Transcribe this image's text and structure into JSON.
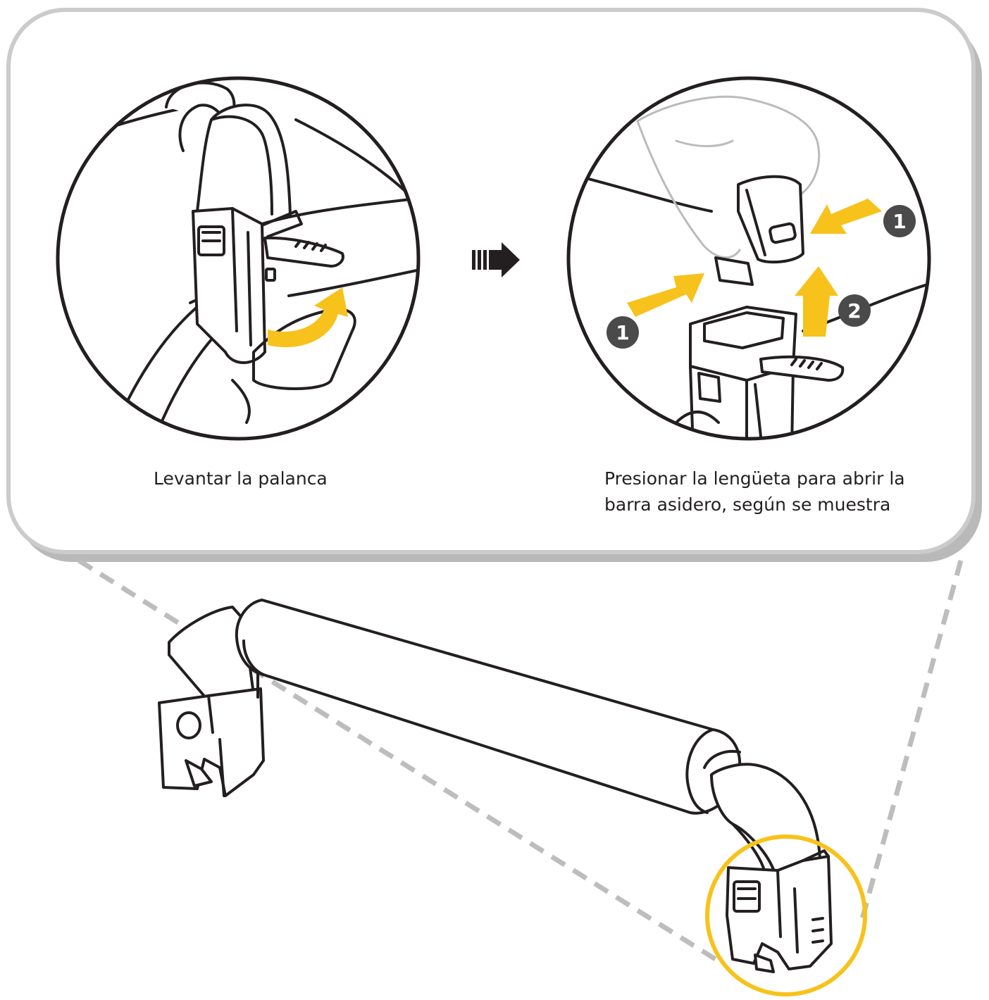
{
  "steps": [
    {
      "caption": "Levantar la palanca"
    },
    {
      "caption_line1": "Presionar la lengüeta para abrir la",
      "caption_line2": "barra asidero, según se muestra"
    }
  ],
  "badges": {
    "press": "1",
    "lift": "2"
  },
  "colors": {
    "accent_yellow": "#f7c21b",
    "panel_border": "#c9c9c9",
    "panel_shadow": "#b3b3b3",
    "line_art": "#231f20",
    "badge_fill": "#4a4a4a",
    "leader_dash": "#bdbdbd"
  }
}
